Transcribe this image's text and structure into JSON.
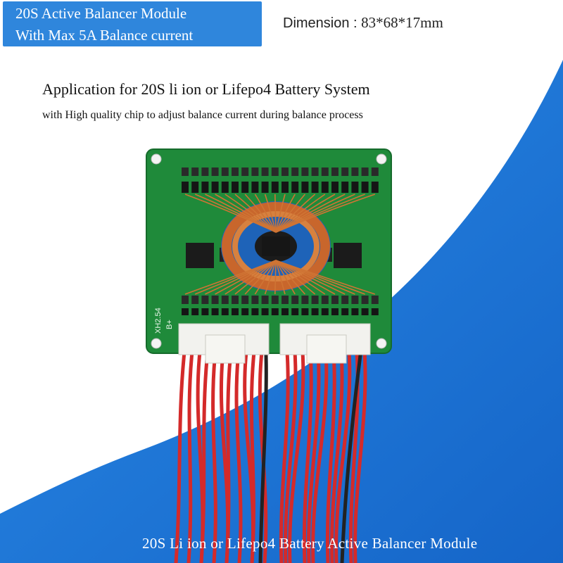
{
  "header": {
    "title_line1": "20S  Active Balancer Module",
    "title_line2": "With Max 5A Balance current",
    "dimension_label": "Dimension : ",
    "dimension_value": "83*68*17mm"
  },
  "body": {
    "application": "Application for 20S  li ion or Lifepo4 Battery System",
    "description": "with High quality chip to adjust balance current during balance process"
  },
  "product": {
    "connector_label": "XH2.54",
    "terminal_label": "B+"
  },
  "footer": {
    "caption": "20S   Li ion or Lifepo4 Battery Active Balancer Module"
  },
  "colors": {
    "title_box": "#2f86dc",
    "wave_blue": "#1976d2",
    "pcb_green": "#1f8a3a",
    "wire_red": "#d42a2a",
    "connector_white": "#f2f2ee",
    "copper": "#c8662c"
  }
}
